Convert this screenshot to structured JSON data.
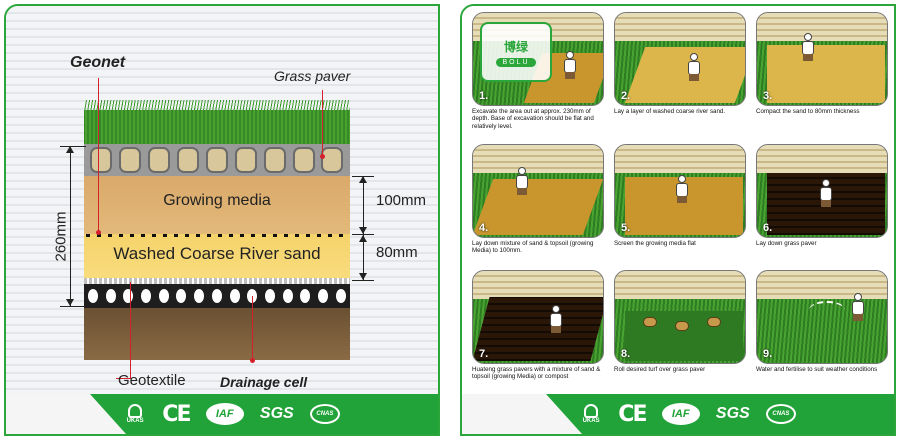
{
  "cross_section": {
    "labels": {
      "geonet": "Geonet",
      "grass_paver": "Grass paver",
      "geotextile": "Geotextile",
      "drainage_cell": "Drainage cell"
    },
    "layers": {
      "growing_media": "Growing media",
      "washed_sand": "Washed Coarse River sand"
    },
    "dimensions": {
      "total": "260mm",
      "growing": "100mm",
      "sand": "80mm"
    }
  },
  "logo": {
    "mark": "博绿",
    "brand": "BOLU"
  },
  "steps": [
    {
      "number": "1.",
      "caption": "Excavate the area out at approx. 230mm of depth. Base of excavation should be flat and relatively level."
    },
    {
      "number": "2.",
      "caption": "Lay a layer of washed coarse river sand."
    },
    {
      "number": "3.",
      "caption": "Compact the sand to 80mm thickness"
    },
    {
      "number": "4.",
      "caption": "Lay down mixture of sand & topsoil (growing Media) to 100mm."
    },
    {
      "number": "5.",
      "caption": "Screen the growing media flat"
    },
    {
      "number": "6.",
      "caption": "Lay down grass paver"
    },
    {
      "number": "7.",
      "caption": "Huateng grass pavers with a mixture of sand & topsoil (growing Media) or compost"
    },
    {
      "number": "8.",
      "caption": "Roll desired turf over grass paver"
    },
    {
      "number": "9.",
      "caption": "Water and fertilise to suit weather conditions"
    }
  ],
  "certifications": {
    "ukas": "UKAS",
    "ce": "CE",
    "iaf": "IAF",
    "sgs": "SGS",
    "cnas": "CNAS"
  },
  "colors": {
    "accent": "#2aa63a",
    "callout": "#d4202a",
    "sand": "#f5d36b",
    "growing_media": "#d9a96a"
  }
}
